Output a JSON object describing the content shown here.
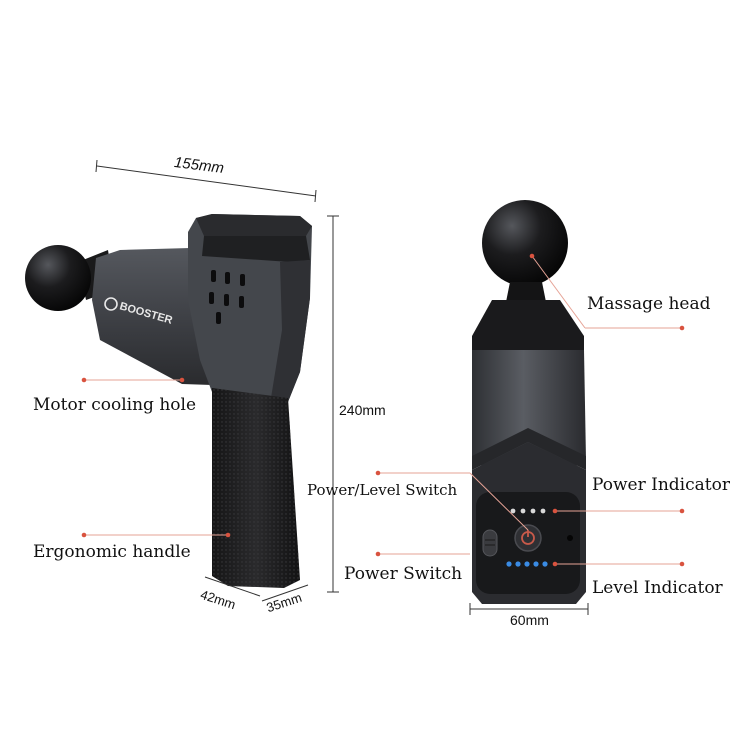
{
  "brand": {
    "logo_text": "BOOSTER"
  },
  "dimensions": {
    "width": "155mm",
    "height": "240mm",
    "handle_depth": "42mm",
    "handle_width": "35mm",
    "front_width": "60mm"
  },
  "labels": {
    "motor_cooling_hole": "Motor cooling hole",
    "ergonomic_handle": "Ergonomic handle",
    "massage_head": "Massage head",
    "power_level_switch": "Power/Level Switch",
    "power_switch": "Power Switch",
    "power_indicator": "Power Indicator",
    "level_indicator": "Level  Indicator"
  },
  "colors": {
    "body": "#3a3c40",
    "grip": "#1e1e20",
    "head": "#0f0f10",
    "leader": "#e07868",
    "level_led": "#2f7fd8"
  }
}
